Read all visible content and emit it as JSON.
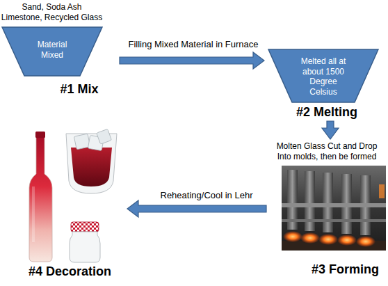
{
  "diagram": {
    "nodes": [
      {
        "text": [
          "Sand, Soda Ash Limestone, Recycled Glass",
          "Material Mixed",
          "#1 Mix"
        ]
      },
      {
        "text": [
          "Melted all at about 1500 Degree Celsius",
          "#2 Melting"
        ]
      },
      {
        "text": [
          "Molten Glass Cut and Drop Into molds, then be formed",
          "#3 Forming"
        ]
      },
      {
        "text": [
          "#4 Decoration"
        ]
      }
    ],
    "edges": [
      {
        "from": 0,
        "to": 1,
        "arrow": "to",
        "label": "Filling Mixed Material in Furnace"
      },
      {
        "from": 1,
        "to": 2,
        "arrow": "to"
      },
      {
        "from": 2,
        "to": 3,
        "arrow": "to",
        "label": "Reheating/Cool in Lehr"
      }
    ]
  }
}
